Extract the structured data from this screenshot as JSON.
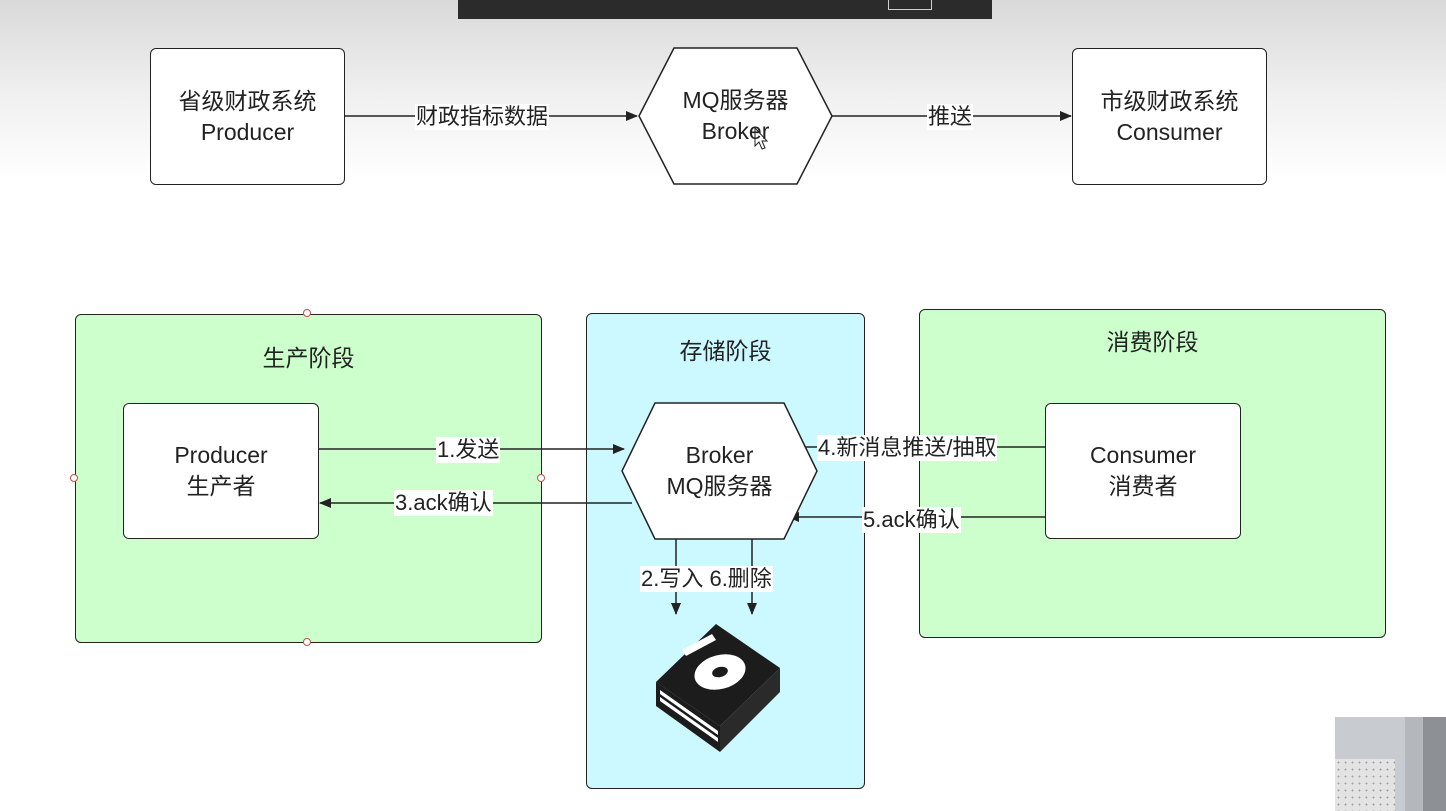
{
  "top_flow": {
    "producer": {
      "line1": "省级财政系统",
      "line2": "Producer"
    },
    "broker": {
      "line1": "MQ服务器",
      "line2": "Broker"
    },
    "consumer": {
      "line1": "市级财政系统",
      "line2": "Consumer"
    },
    "edge_producer_broker": "财政指标数据",
    "edge_broker_consumer": "推送"
  },
  "stages": {
    "production": {
      "title": "生产阶段",
      "node": {
        "line1": "Producer",
        "line2": "生产者"
      }
    },
    "storage": {
      "title": "存储阶段",
      "node": {
        "line1": "Broker",
        "line2": "MQ服务器"
      }
    },
    "consumption": {
      "title": "消费阶段",
      "node": {
        "line1": "Consumer",
        "line2": "消费者"
      }
    }
  },
  "edges": {
    "send": "1.发送",
    "ack_producer": "3.ack确认",
    "write_delete": "2.写入 6.删除",
    "push_pull": "4.新消息推送/抽取",
    "ack_consumer": "5.ack确认"
  },
  "colors": {
    "production_fill": "#ccffcc",
    "storage_fill": "#ccf9ff",
    "consumption_fill": "#ccffcc",
    "stroke": "#222222"
  },
  "icons": {
    "storage": "hard-drive-icon",
    "cursor": "mouse-pointer-icon"
  }
}
